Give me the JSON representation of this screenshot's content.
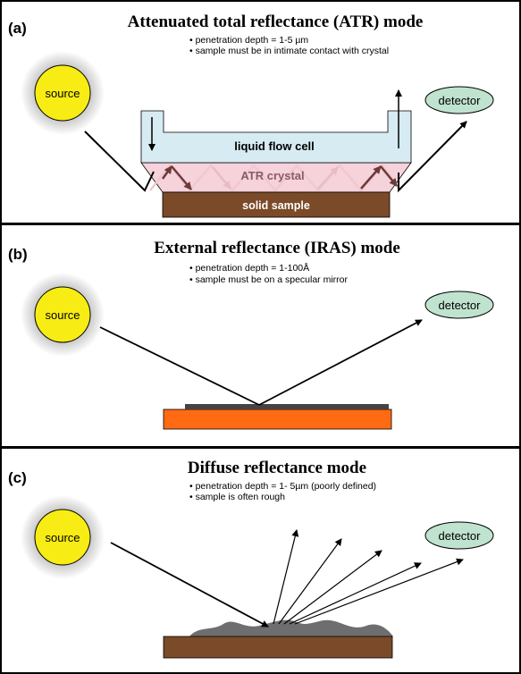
{
  "colors": {
    "source_fill": "#f7ec13",
    "detector_fill": "#bfe3cf",
    "solid_sample": "#7b4a28",
    "flow_cell": "#d6ebf2",
    "atr_crystal": "#f6d2da",
    "iras_substrate": "#ff6a13",
    "iras_film": "#444444",
    "rough_layer": "#6e6e6e",
    "panel_border": "#000000"
  },
  "panels": {
    "atr": {
      "label": "(a)",
      "title": "Attenuated total reflectance (ATR) mode",
      "bullets": [
        "• penetration depth = 1-5 µm",
        "• sample must be in intimate contact with crystal"
      ],
      "source_label": "source",
      "detector_label": "detector",
      "flow_cell_label": "liquid flow cell",
      "crystal_label": "ATR crystal",
      "sample_label": "solid sample"
    },
    "iras": {
      "label": "(b)",
      "title": "External reflectance (IRAS) mode",
      "bullets": [
        "• penetration depth = 1-100Å",
        "• sample must be on a specular mirror"
      ],
      "source_label": "source",
      "detector_label": "detector"
    },
    "diffuse": {
      "label": "(c)",
      "title": "Diffuse reflectance mode",
      "bullets": [
        "• penetration depth = 1- 5µm (poorly defined)",
        "• sample is often rough"
      ],
      "source_label": "source",
      "detector_label": "detector"
    }
  }
}
